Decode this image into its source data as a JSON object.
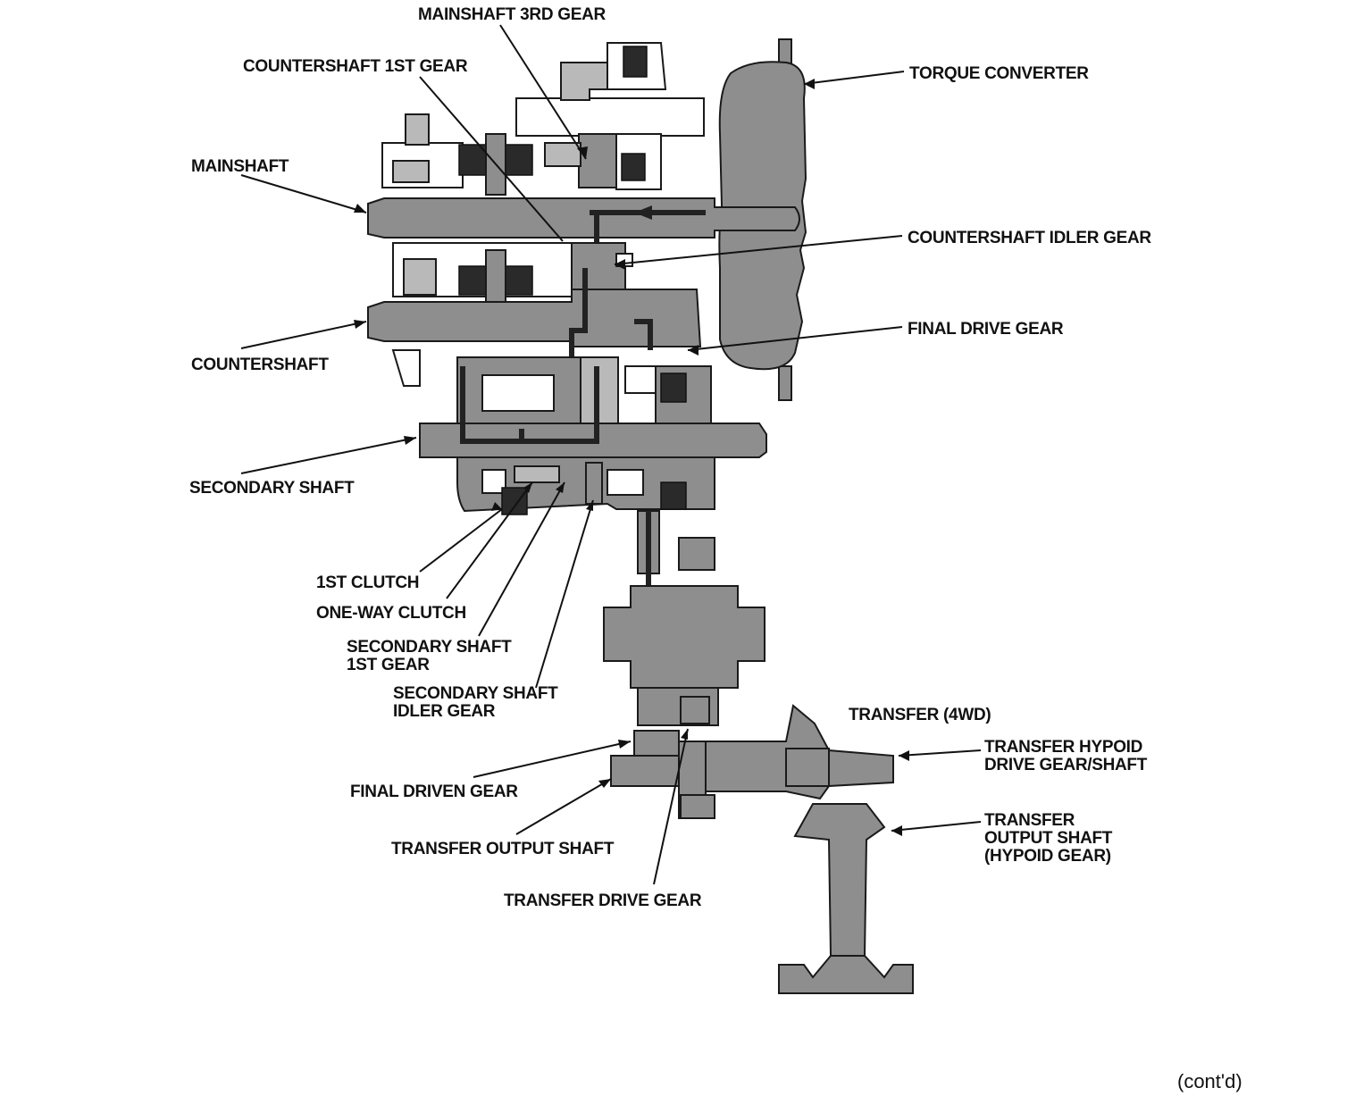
{
  "labels": {
    "mainshaft_3rd_gear": "MAINSHAFT 3RD GEAR",
    "countershaft_1st_gear": "COUNTERSHAFT 1ST GEAR",
    "torque_converter": "TORQUE CONVERTER",
    "mainshaft": "MAINSHAFT",
    "countershaft_idler_gear": "COUNTERSHAFT IDLER GEAR",
    "final_drive_gear": "FINAL DRIVE GEAR",
    "countershaft": "COUNTERSHAFT",
    "secondary_shaft": "SECONDARY SHAFT",
    "first_clutch": "1ST CLUTCH",
    "one_way_clutch": "ONE-WAY CLUTCH",
    "secondary_shaft_1st_gear": [
      "SECONDARY SHAFT",
      "1ST GEAR"
    ],
    "secondary_shaft_idler_gear": [
      "SECONDARY SHAFT",
      "IDLER GEAR"
    ],
    "transfer_4wd": "TRANSFER (4WD)",
    "transfer_hypoid_drive_gear_shaft": [
      "TRANSFER HYPOID",
      "DRIVE GEAR/SHAFT"
    ],
    "final_driven_gear": "FINAL DRIVEN GEAR",
    "transfer_output_shaft": "TRANSFER OUTPUT SHAFT",
    "transfer_output_shaft_hypoid": [
      "TRANSFER",
      "OUTPUT SHAFT",
      "(HYPOID GEAR)"
    ],
    "transfer_drive_gear": "TRANSFER DRIVE GEAR"
  },
  "continued": "(cont'd)"
}
